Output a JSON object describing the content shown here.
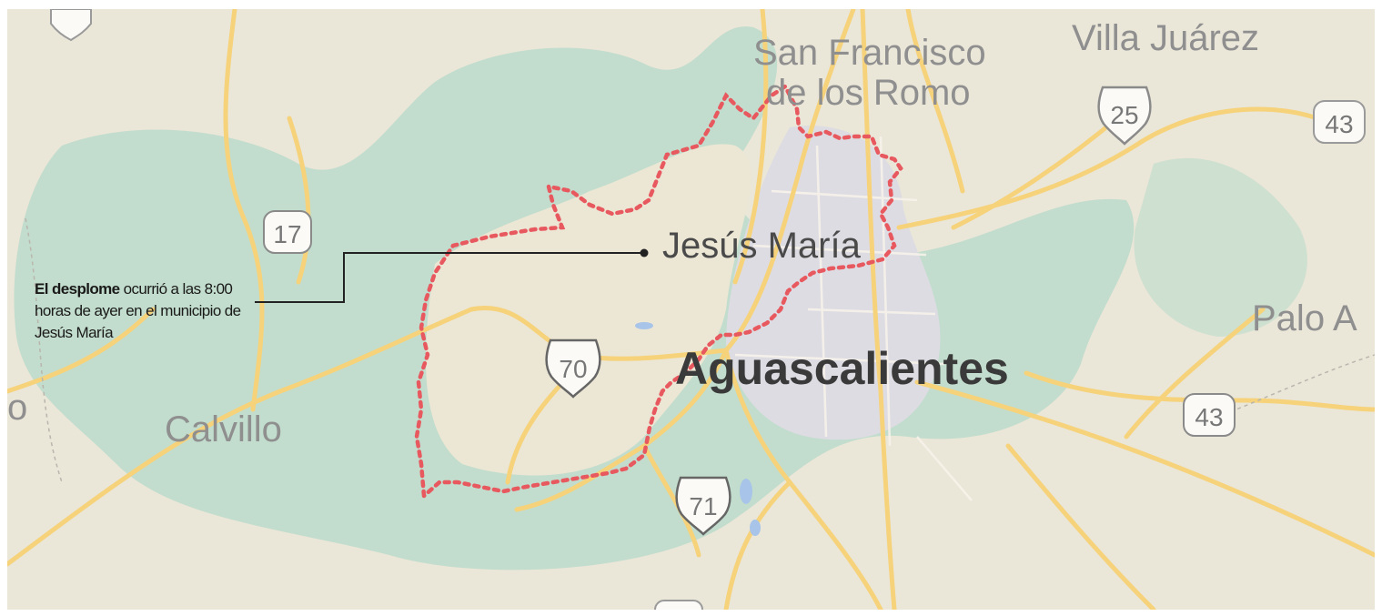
{
  "map": {
    "places": {
      "san_francisco": [
        "San Francisco",
        "de los Romo"
      ],
      "villa_juarez": "Villa Juárez",
      "jesus_maria": "Jesús María",
      "aguascalientes": "Aguascalientes",
      "calvillo": "Calvillo",
      "palo_alto_partial": "Palo A",
      "edge_partial": "o"
    },
    "highways": [
      "17",
      "70",
      "71",
      "25",
      "43",
      "43"
    ],
    "callout": {
      "bold": "El desplome",
      "text": " ocurrió a las 8:00 horas de ayer en el municipio de Jesús María"
    },
    "colors": {
      "land": "#eae6d8",
      "vegetation": "#bfdccc",
      "urban": "#dcdbe0",
      "roads": "#f6d27a",
      "boundary": "#e8585f"
    }
  }
}
